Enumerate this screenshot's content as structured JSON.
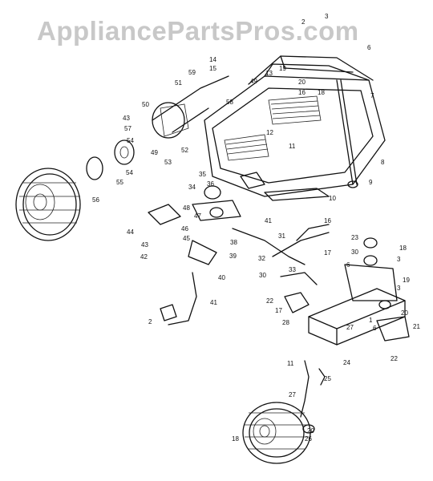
{
  "watermark": "AppliancePartsPros.com",
  "callouts": [
    "1",
    "2",
    "3",
    "4",
    "5",
    "6",
    "7",
    "8",
    "9",
    "10",
    "11",
    "12",
    "13",
    "14",
    "15",
    "16",
    "17",
    "18",
    "19",
    "20",
    "21",
    "22",
    "23",
    "24",
    "25",
    "26",
    "27",
    "28",
    "29",
    "30",
    "31",
    "32",
    "33",
    "34",
    "35",
    "36",
    "37",
    "38",
    "39",
    "40",
    "41",
    "42",
    "43",
    "44",
    "45",
    "46",
    "47",
    "48",
    "49",
    "50",
    "51",
    "52",
    "53",
    "54",
    "55",
    "56",
    "57",
    "58",
    "59"
  ],
  "colors": {
    "line": "#111111",
    "watermark": "#c8c8c8",
    "background": "#ffffff"
  }
}
